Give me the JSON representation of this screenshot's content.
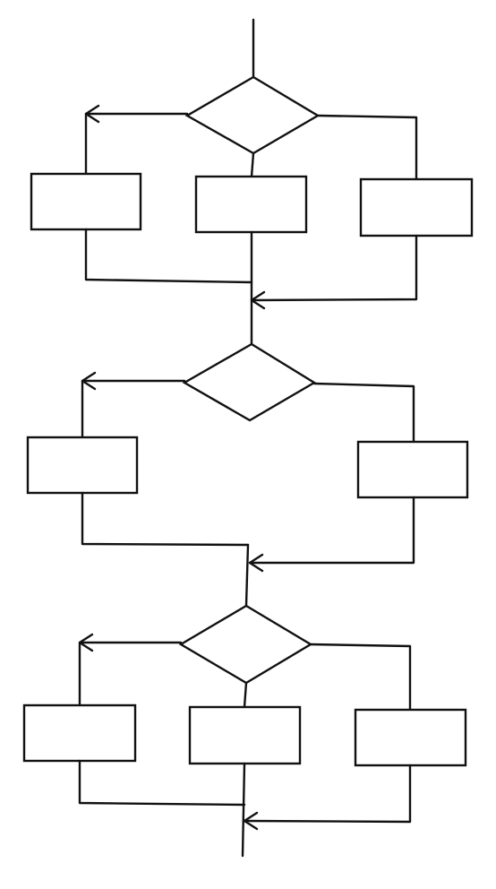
{
  "diagram": {
    "type": "flowchart",
    "background_color": "#ffffff",
    "line_color": "#111111",
    "sections": [
      {
        "id": "section-1",
        "decision_count": 1,
        "branch_process_count": 3
      },
      {
        "id": "section-2",
        "decision_count": 1,
        "branch_process_count": 2
      },
      {
        "id": "section-3",
        "decision_count": 1,
        "branch_process_count": 3
      }
    ]
  }
}
